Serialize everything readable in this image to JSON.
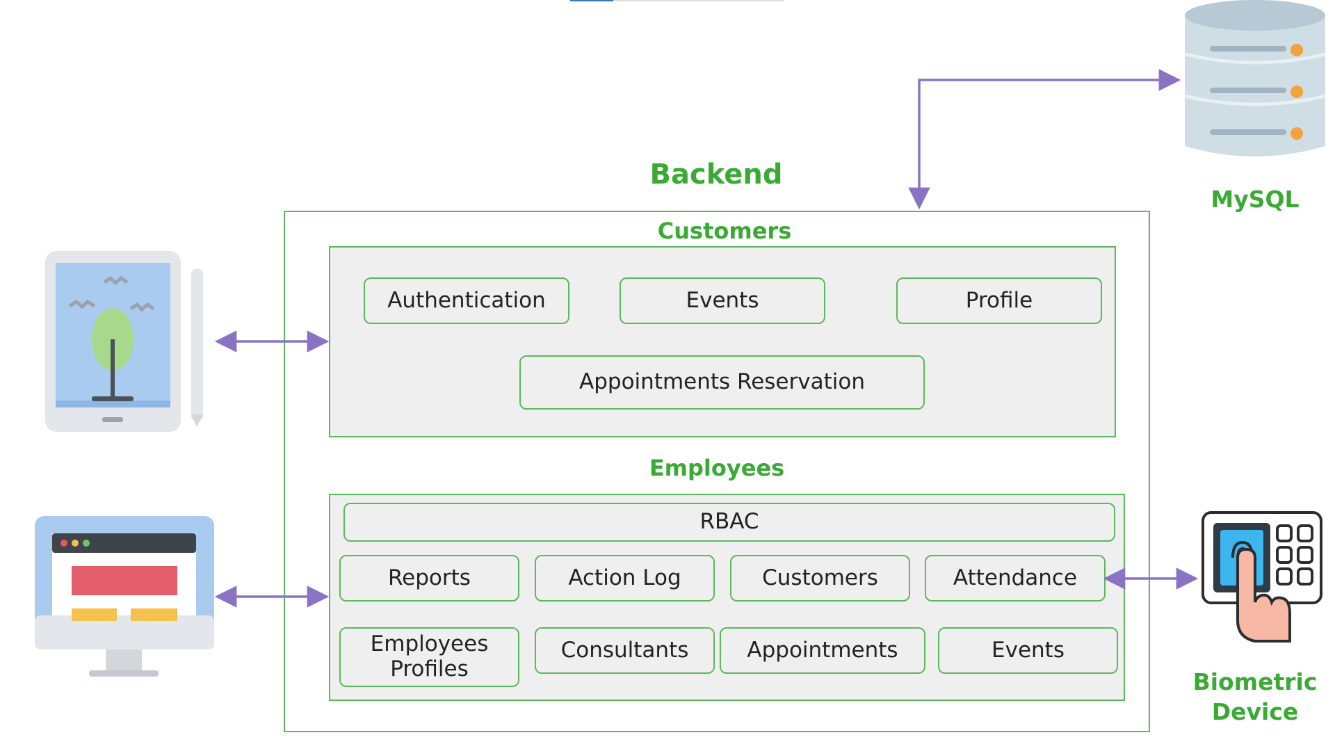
{
  "backend": {
    "title": "Backend",
    "customers": {
      "title": "Customers",
      "modules": [
        "Authentication",
        "Events",
        "Profile",
        "Appointments Reservation"
      ]
    },
    "employees": {
      "title": "Employees",
      "modules": [
        "RBAC",
        "Reports",
        "Action Log",
        "Customers",
        "Attendance",
        "Employees Profiles",
        "Consultants",
        "Appointments",
        "Events"
      ]
    }
  },
  "external": {
    "database": {
      "label": "MySQL",
      "icon": "database-server-icon"
    },
    "biometric": {
      "label": "Biometric Device",
      "icon": "fingerprint-keypad-icon"
    },
    "tablet": {
      "icon": "tablet-icon"
    },
    "desktop": {
      "icon": "desktop-monitor-icon"
    }
  },
  "colors": {
    "accent_green": "#3aaa35",
    "border_green": "#5cb85c",
    "arrow_purple": "#8a73c4",
    "panel_gray": "#efefef"
  }
}
